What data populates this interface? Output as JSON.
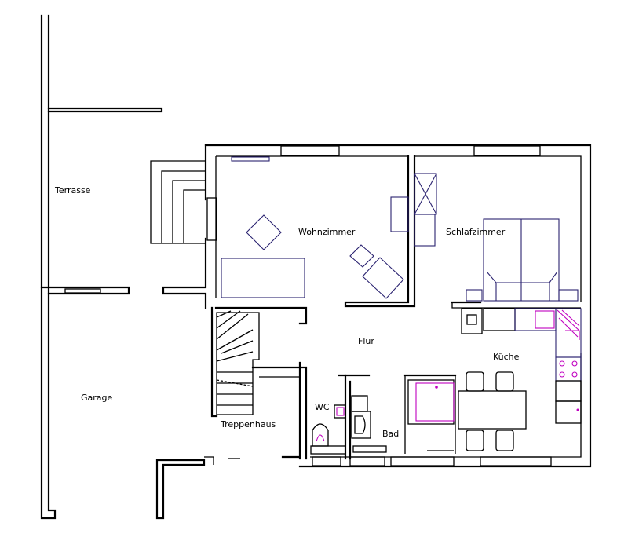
{
  "colors": {
    "walls": "#000000",
    "furniture": "#2a2270",
    "accent": "#c000c0",
    "background": "#ffffff"
  },
  "rooms": {
    "terrasse": "Terrasse",
    "garage": "Garage",
    "wohnzimmer": "Wohnzimmer",
    "schlafzimmer": "Schlafzimmer",
    "flur": "Flur",
    "kueche": "Küche",
    "wc": "WC",
    "bad": "Bad",
    "treppenhaus": "Treppenhaus"
  }
}
